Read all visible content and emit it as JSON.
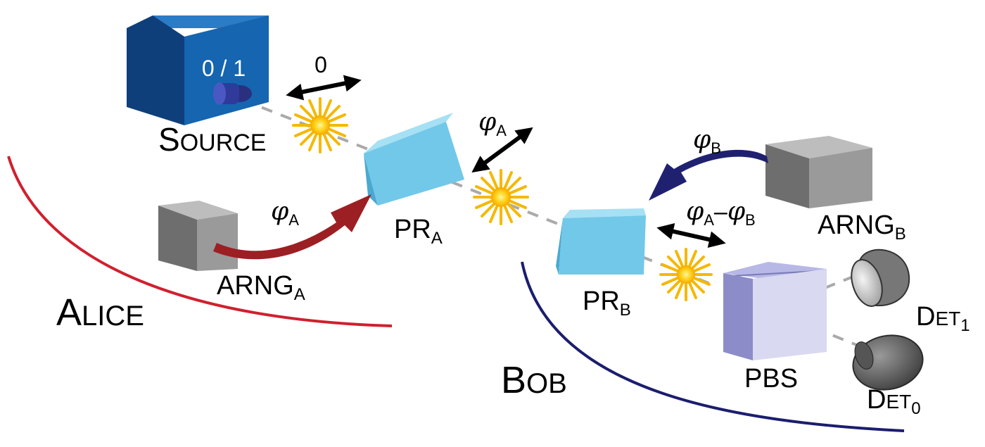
{
  "labels": {
    "source_s": "S",
    "source_rest": "OURCE",
    "source_display": "0 / 1",
    "alice_a": "A",
    "alice_rest": "LICE",
    "bob_b": "B",
    "bob_rest": "OB",
    "prA_main": "PR",
    "prA_sub": "A",
    "prB_main": "PR",
    "prB_sub": "B",
    "arngA_main": "ARNG",
    "arngA_sub": "A",
    "arngB_main": "ARNG",
    "arngB_sub": "B",
    "pbs": "PBS",
    "det1_d": "D",
    "det1_rest": "ET",
    "det1_sub": "1",
    "det0_d": "D",
    "det0_rest": "ET",
    "det0_sub": "0",
    "pol_source": "0",
    "pol_A_phi": "φ",
    "pol_A_sub": "A",
    "arrowA_phi": "φ",
    "arrowA_sub": "A",
    "arrowB_phi": "φ",
    "arrowB_sub": "B",
    "diff_phi1": "φ",
    "diff_sub1": "A",
    "diff_dash": "–",
    "diff_phi2": "φ",
    "diff_sub2": "B"
  },
  "colors": {
    "alice_curve": "#d0202e",
    "bob_curve": "#1b1d6e",
    "arrowA": "#9c1f24",
    "arrowB": "#1f2170",
    "source_front": "#1565b0",
    "source_side": "#0f3f7a",
    "source_top": "#2a7cc6",
    "rotator_front": "#72c8e8",
    "rotator_side": "#4aa9d0",
    "rotator_top": "#a6e0f4",
    "arng_front": "#9a9a9a",
    "arng_side": "#6e6e6e",
    "arng_top": "#bdbdbd",
    "pbs_front": "#d9d9f2",
    "pbs_side": "#8c8cc8",
    "pbs_top": "#b8b8e6",
    "photon": "#f5b800",
    "beam": "#aaaaaa"
  }
}
